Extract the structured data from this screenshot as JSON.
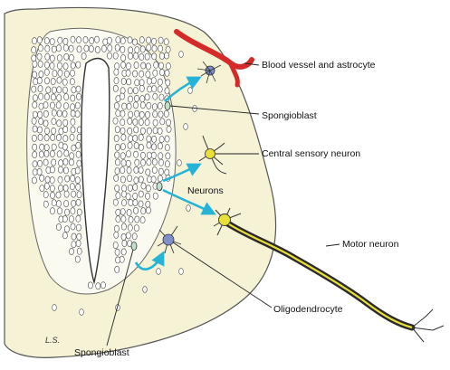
{
  "labels": {
    "blood_vessel_astrocyte": "Blood vessel and astrocyte",
    "spongioblast_upper": "Spongioblast",
    "central_sensory_neuron": "Central sensory neuron",
    "neurons": "Neurons",
    "motor_neuron": "Motor neuron",
    "oligodendrocyte": "Oligodendrocyte",
    "spongioblast_lower": "Spongioblast"
  },
  "artist_signature": "L.S.",
  "colors": {
    "tissue_fill": "#f6f2d6",
    "cell_outline": "#444444",
    "blood_vessel": "#d42a2a",
    "arrow": "#25b3d8",
    "neuron_yellow": "#e8df3a",
    "neuron_blue": "#7f8fc9",
    "axon_sheath": "#2a2a2a"
  }
}
